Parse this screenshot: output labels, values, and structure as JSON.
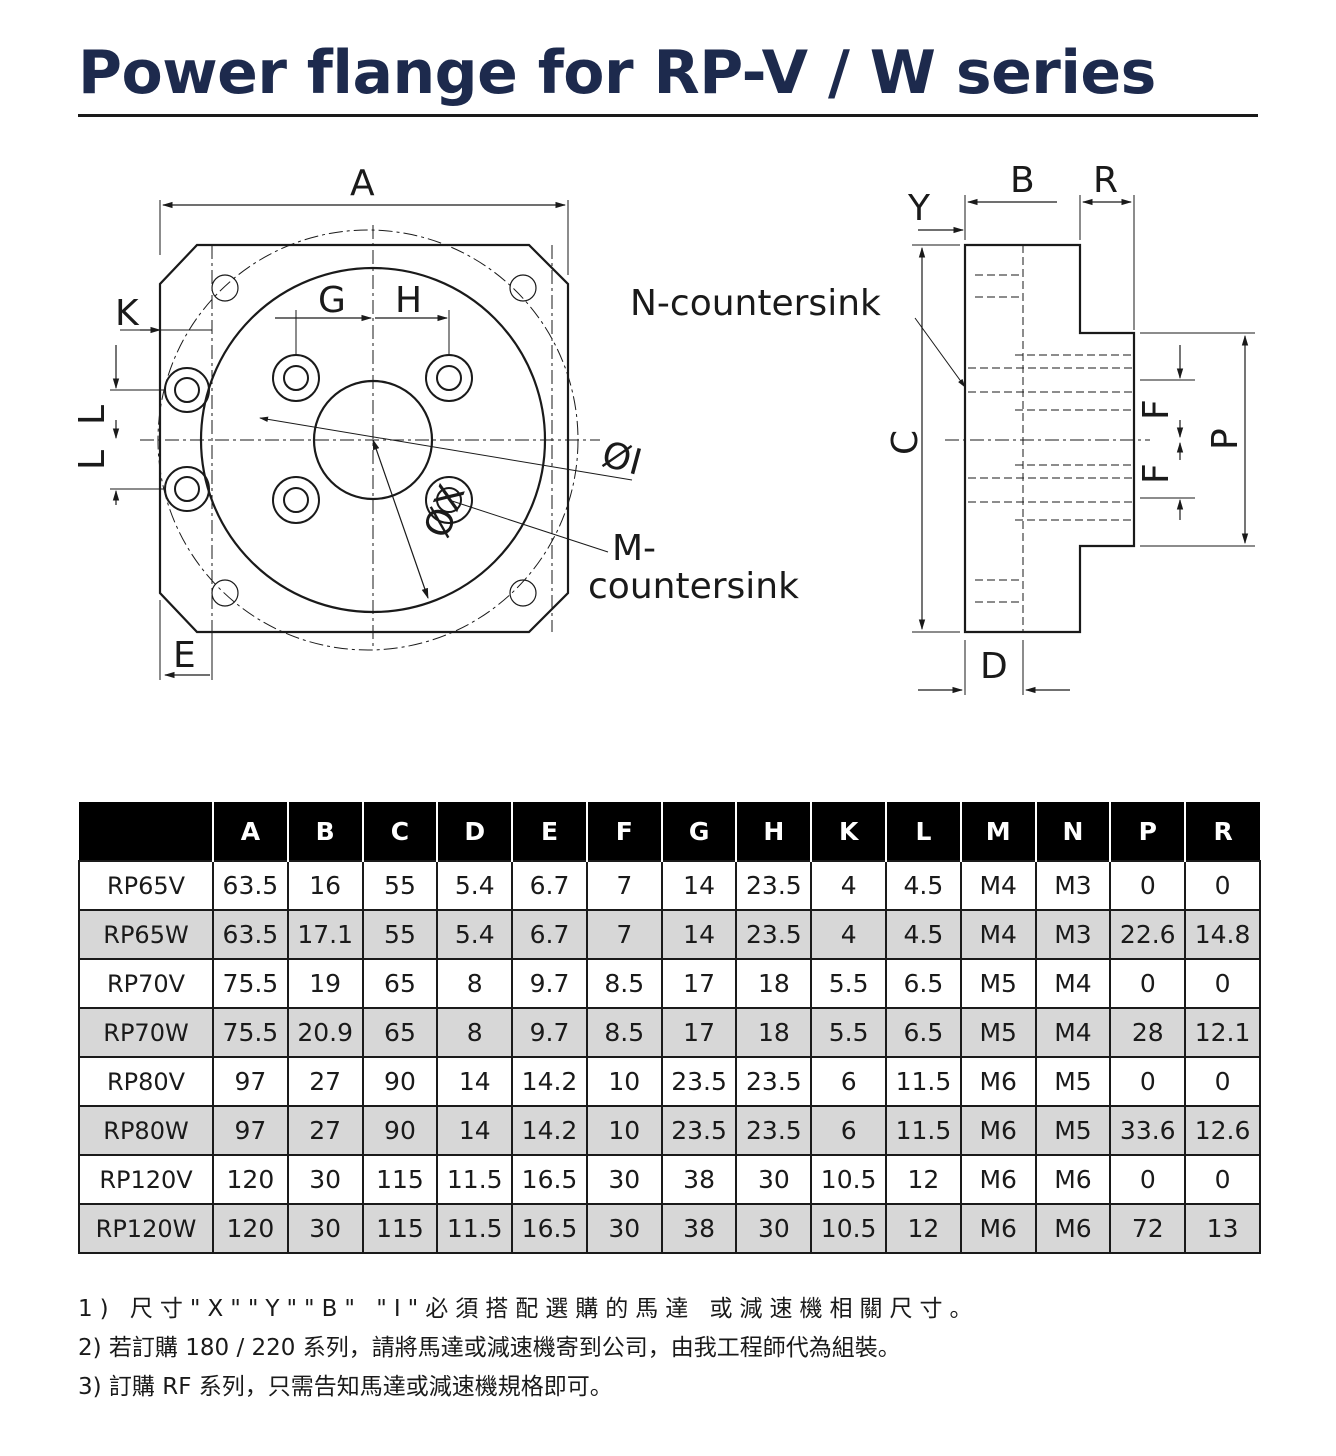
{
  "title": "Power flange for RP-V / W series",
  "drawing": {
    "front_labels": [
      "A",
      "K",
      "G",
      "H",
      "L",
      "L",
      "E",
      "ØI",
      "ØX",
      "M-",
      "countersink"
    ],
    "side_labels": [
      "Y",
      "B",
      "R",
      "N-countersink",
      "C",
      "F",
      "F",
      "P",
      "D"
    ]
  },
  "table": {
    "headers": [
      "",
      "A",
      "B",
      "C",
      "D",
      "E",
      "F",
      "G",
      "H",
      "K",
      "L",
      "M",
      "N",
      "P",
      "R"
    ],
    "rows": [
      [
        "RP65V",
        "63.5",
        "16",
        "55",
        "5.4",
        "6.7",
        "7",
        "14",
        "23.5",
        "4",
        "4.5",
        "M4",
        "M3",
        "0",
        "0"
      ],
      [
        "RP65W",
        "63.5",
        "17.1",
        "55",
        "5.4",
        "6.7",
        "7",
        "14",
        "23.5",
        "4",
        "4.5",
        "M4",
        "M3",
        "22.6",
        "14.8"
      ],
      [
        "RP70V",
        "75.5",
        "19",
        "65",
        "8",
        "9.7",
        "8.5",
        "17",
        "18",
        "5.5",
        "6.5",
        "M5",
        "M4",
        "0",
        "0"
      ],
      [
        "RP70W",
        "75.5",
        "20.9",
        "65",
        "8",
        "9.7",
        "8.5",
        "17",
        "18",
        "5.5",
        "6.5",
        "M5",
        "M4",
        "28",
        "12.1"
      ],
      [
        "RP80V",
        "97",
        "27",
        "90",
        "14",
        "14.2",
        "10",
        "23.5",
        "23.5",
        "6",
        "11.5",
        "M6",
        "M5",
        "0",
        "0"
      ],
      [
        "RP80W",
        "97",
        "27",
        "90",
        "14",
        "14.2",
        "10",
        "23.5",
        "23.5",
        "6",
        "11.5",
        "M6",
        "M5",
        "33.6",
        "12.6"
      ],
      [
        "RP120V",
        "120",
        "30",
        "115",
        "11.5",
        "16.5",
        "30",
        "38",
        "30",
        "10.5",
        "12",
        "M6",
        "M6",
        "0",
        "0"
      ],
      [
        "RP120W",
        "120",
        "30",
        "115",
        "11.5",
        "16.5",
        "30",
        "38",
        "30",
        "10.5",
        "12",
        "M6",
        "M6",
        "72",
        "13"
      ]
    ]
  },
  "notes": [
    "1) 尺寸\"X\"\"Y\"\"B\" \"I\"必須搭配選購的馬達 或減速機相關尺寸。",
    "2) 若訂購 180 / 220 系列，請將馬達或減速機寄到公司，由我工程師代為組裝。",
    "3) 訂購 RF 系列，只需告知馬達或減速機規格即可。"
  ]
}
